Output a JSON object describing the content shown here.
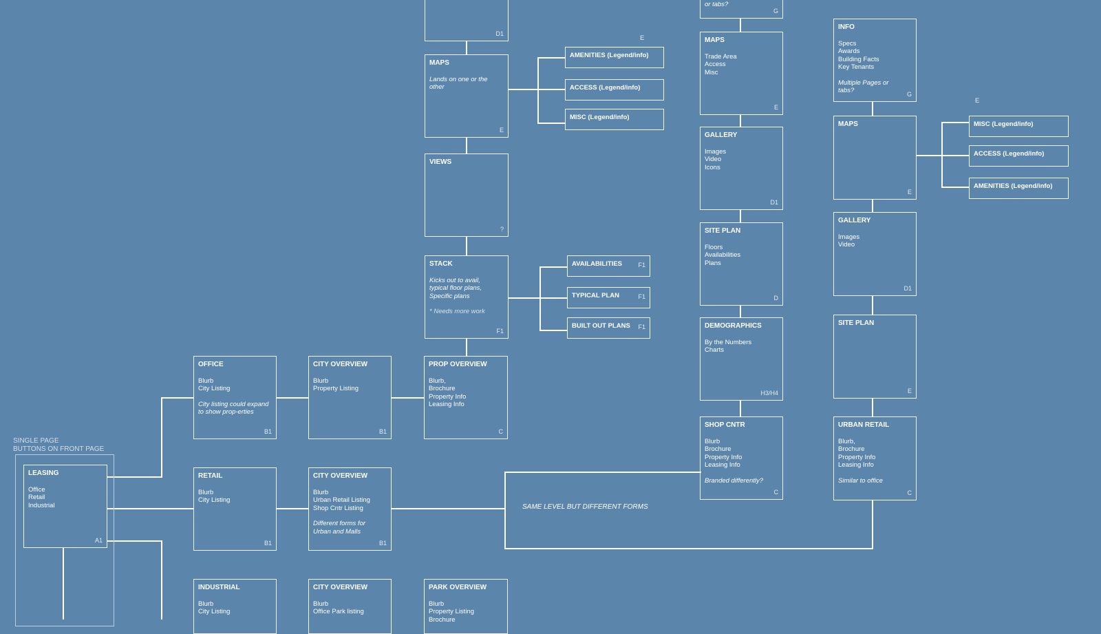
{
  "caption": {
    "line1": "SINGLE PAGE",
    "line2": "BUTTONS ON FRONT PAGE"
  },
  "same_level_note": "SAME LEVEL BUT DIFFERENT FORMS",
  "free_labels": {
    "e_top": "E",
    "e_right": "E",
    "g_top_code": "G",
    "g_partial_text": "or tabs?"
  },
  "nodes": {
    "d1_top": {
      "title": "",
      "lines": [],
      "code": "D1"
    },
    "maps_mid": {
      "title": "MAPS",
      "lines": [],
      "note": "Lands on one or the other",
      "code": "E"
    },
    "views": {
      "title": "VIEWS",
      "lines": [],
      "code": "?"
    },
    "stack": {
      "title": "STACK",
      "lines": [],
      "note": "Kicks out to avail, typical floor plans, Specific plans",
      "note2": "* Needs more work",
      "code": "F1"
    },
    "prop_overview": {
      "title": "PROP OVERVIEW",
      "lines": [
        "Blurb,",
        "Brochure",
        "Property Info",
        "Leasing Info"
      ],
      "code": "C"
    },
    "office": {
      "title": "OFFICE",
      "lines": [
        "Blurb",
        "City Listing"
      ],
      "note": "City listing could expand to show prop-erties",
      "code": "B1"
    },
    "city_ov_1": {
      "title": "CITY OVERVIEW",
      "lines": [
        "Blurb",
        "Property Listing"
      ],
      "code": "B1"
    },
    "leasing": {
      "title": "LEASING",
      "lines": [
        "Office",
        "Retail",
        "Industrial"
      ],
      "code": "A1"
    },
    "retail": {
      "title": "RETAIL",
      "lines": [
        "Blurb",
        "City Listing"
      ],
      "code": "B1"
    },
    "city_ov_2": {
      "title": "CITY OVERVIEW",
      "lines": [
        "Blurb",
        "Urban Retail Listing",
        "Shop Cntr Listing"
      ],
      "note": "Different forms for Urban and Malls",
      "code": "B1"
    },
    "industrial": {
      "title": "INDUSTRIAL",
      "lines": [
        "Blurb",
        "City Listing"
      ],
      "code": ""
    },
    "city_ov_3": {
      "title": "CITY OVERVIEW",
      "lines": [
        "Blurb",
        "Office Park listing"
      ],
      "code": ""
    },
    "park_overview": {
      "title": "PARK OVERVIEW",
      "lines": [
        "Blurb",
        "Property Listing",
        "Brochure"
      ],
      "code": ""
    },
    "maps_g": {
      "title": "MAPS",
      "lines": [
        "Trade Area",
        "Access",
        "Misc"
      ],
      "code": "E"
    },
    "gallery_g": {
      "title": "GALLERY",
      "lines": [
        "Images",
        "Video",
        "Icons"
      ],
      "code": "D1"
    },
    "siteplan_g": {
      "title": "SITE PLAN",
      "lines": [
        "Floors",
        "Availabilities",
        "Plans"
      ],
      "code": "D"
    },
    "demographics": {
      "title": "DEMOGRAPHICS",
      "lines": [
        "By the Numbers",
        "Charts"
      ],
      "code": "H3/H4"
    },
    "shop_cntr": {
      "title": "SHOP CNTR",
      "lines": [
        "Blurb",
        "Brochure",
        "Property Info",
        "Leasing Info"
      ],
      "note": "Branded differently?",
      "code": "C"
    },
    "info": {
      "title": "INFO",
      "lines": [
        "Specs",
        "Awards",
        "Building Facts",
        "Key Tenants"
      ],
      "note": "Multiple Pages or tabs?",
      "code": "G"
    },
    "maps_r": {
      "title": "MAPS",
      "lines": [],
      "code": "E"
    },
    "gallery_r": {
      "title": "GALLERY",
      "lines": [
        "Images",
        "Video"
      ],
      "code": "D1"
    },
    "siteplan_r": {
      "title": "SITE PLAN",
      "lines": [],
      "code": "E"
    },
    "urban_retail": {
      "title": "URBAN RETAIL",
      "lines": [
        "Blurb,",
        "Brochure",
        "Property Info",
        "Leasing Info"
      ],
      "note": "Similar to office",
      "code": "C"
    }
  },
  "pills": {
    "amenities_mid": {
      "label": "AMENITIES (Legend/info)",
      "code": ""
    },
    "access_mid": {
      "label": "ACCESS (Legend/info)",
      "code": ""
    },
    "misc_mid": {
      "label": "MISC (Legend/info)",
      "code": ""
    },
    "availabilities": {
      "label": "AVAILABILITIES",
      "code": "F1"
    },
    "typical_plan": {
      "label": "TYPICAL PLAN",
      "code": "F1"
    },
    "built_out": {
      "label": "BUILT OUT PLANS",
      "code": "F1"
    },
    "misc_r": {
      "label": "MISC (Legend/info)",
      "code": ""
    },
    "access_r": {
      "label": "ACCESS (Legend/info)",
      "code": ""
    },
    "amenities_r": {
      "label": "AMENITIES (Legend/info)",
      "code": ""
    }
  }
}
